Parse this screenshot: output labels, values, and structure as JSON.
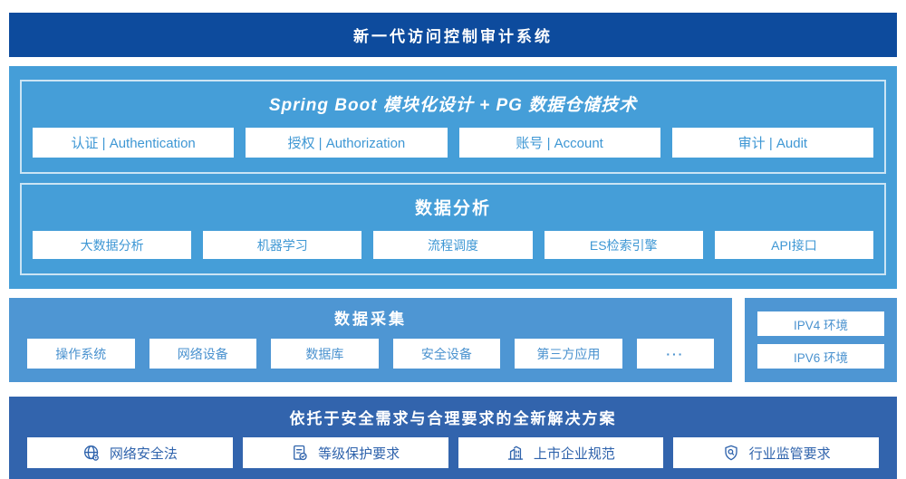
{
  "banner": {
    "title": "新一代访问控制审计系统"
  },
  "platform": {
    "spring": {
      "title": "Spring Boot 模块化设计 + PG 数据仓储技术",
      "modules": [
        "认证 | Authentication",
        "授权 | Authorization",
        "账号 | Account",
        "审计 | Audit"
      ]
    },
    "analysis": {
      "title": "数据分析",
      "modules": [
        "大数据分析",
        "机器学习",
        "流程调度",
        "ES检索引擎",
        "API接口"
      ]
    }
  },
  "collection": {
    "title": "数据采集",
    "sources": [
      "操作系统",
      "网络设备",
      "数据库",
      "安全设备",
      "第三方应用",
      "···"
    ]
  },
  "environments": {
    "items": [
      "IPV4 环境",
      "IPV6 环境"
    ]
  },
  "solution": {
    "title": "依托于安全需求与合理要求的全新解决方案",
    "items": [
      {
        "icon": "globe-icon",
        "label": "网络安全法"
      },
      {
        "icon": "document-check-icon",
        "label": "等级保护要求"
      },
      {
        "icon": "building-icon",
        "label": "上市企业规范"
      },
      {
        "icon": "shield-search-icon",
        "label": "行业监管要求"
      }
    ]
  },
  "colors": {
    "banner_bg": "#0d4b9d",
    "platform_bg": "#459ed8",
    "collection_bg": "#4e96d3",
    "solution_bg": "#3264ad",
    "box_text_platform": "#3e97d4",
    "box_text_collection": "#4a92cf",
    "box_text_solution": "#2f63ac"
  }
}
